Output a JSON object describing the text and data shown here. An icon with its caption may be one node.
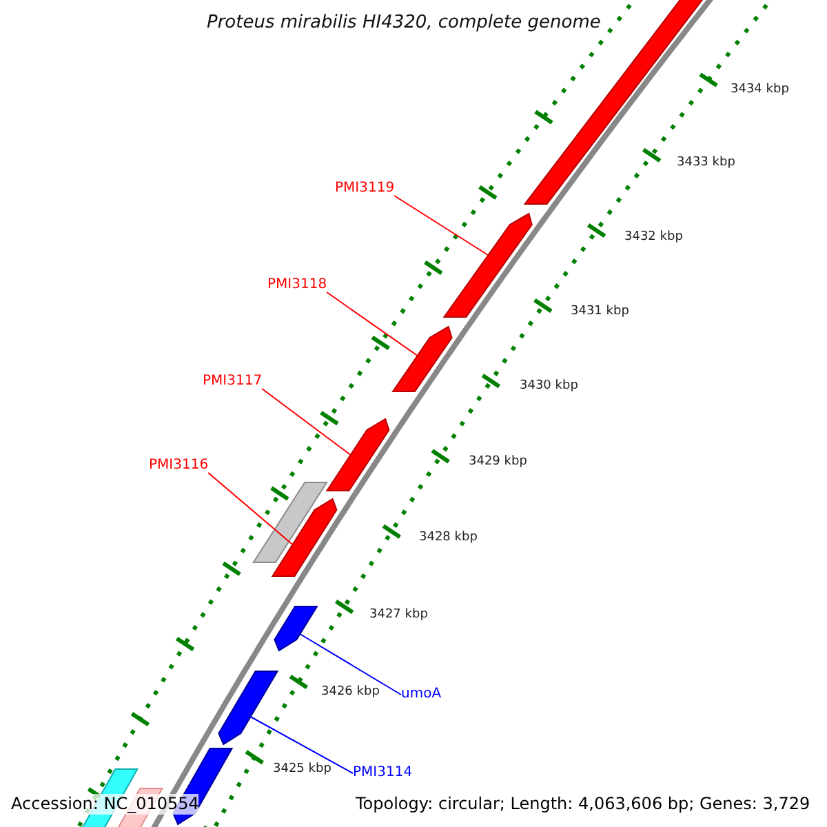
{
  "diagram": {
    "title": "Proteus mirabilis HI4320, complete genome",
    "nodes": [
      {
        "text": [],
        "shape": "bar"
      },
      {
        "text": [
          "PMI3119"
        ]
      },
      {
        "text": [],
        "shape": "bar"
      },
      {
        "text": [
          "PMI3118"
        ]
      },
      {
        "text": [],
        "shape": "bar"
      },
      {
        "text": [
          "PMI3117"
        ]
      },
      {
        "text": [],
        "shape": "bar"
      },
      {
        "text": [
          "PMI3116"
        ]
      },
      {
        "text": [],
        "shape": "bar"
      },
      {
        "text": [],
        "shape": "bar"
      },
      {
        "text": [],
        "shape": "bar"
      },
      {
        "text": [
          "umoA"
        ]
      },
      {
        "text": [],
        "shape": "bar"
      },
      {
        "text": [
          "PMI3114"
        ]
      },
      {
        "text": [],
        "shape": "bar"
      },
      {
        "text": [],
        "shape": "bar"
      },
      {
        "text": [],
        "shape": "bar"
      }
    ],
    "edges": [
      {
        "from": 1,
        "to": 2,
        "arrow": "none"
      },
      {
        "from": 3,
        "to": 4,
        "arrow": "none"
      },
      {
        "from": 5,
        "to": 6,
        "arrow": "none"
      },
      {
        "from": 7,
        "to": 9,
        "arrow": "none"
      },
      {
        "from": 11,
        "to": 10,
        "arrow": "none",
        "color": "#0000ff"
      },
      {
        "from": 13,
        "to": 12,
        "arrow": "none",
        "color": "#0000ff"
      }
    ],
    "labels": [
      "3434 kbp",
      "3433 kbp",
      "3432 kbp",
      "3431 kbp",
      "3430 kbp",
      "3429 kbp",
      "3428 kbp",
      "3427 kbp",
      "3426 kbp",
      "3425 kbp",
      "Accession: NC_010554",
      "Topology: circular; Length: 4,063,606 bp; Genes: 3,729"
    ]
  }
}
